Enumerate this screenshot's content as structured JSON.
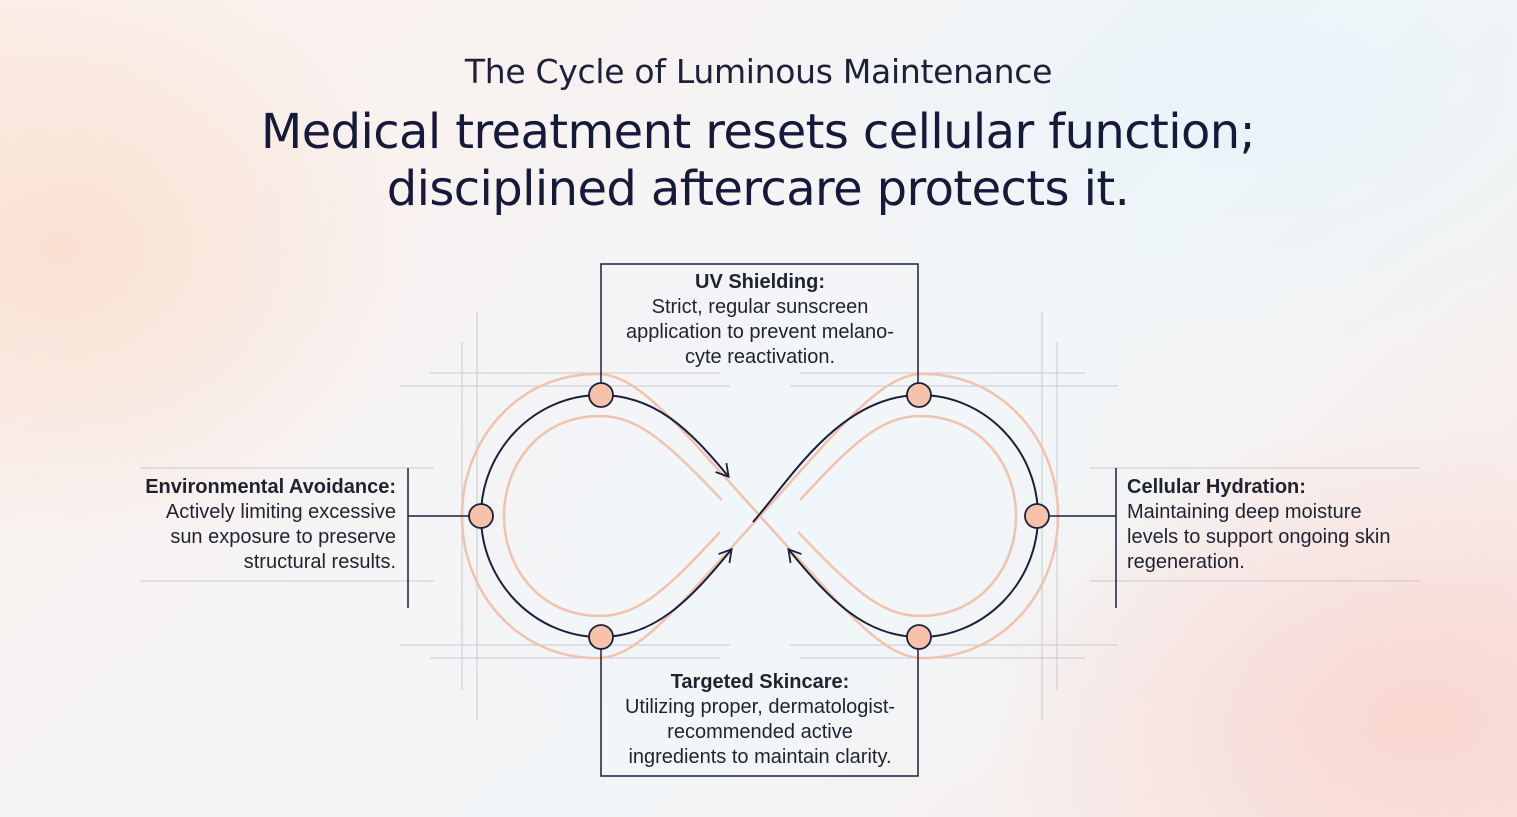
{
  "header": {
    "kicker": "The Cycle of Luminous Maintenance",
    "headline_line1": "Medical treatment resets cellular function;",
    "headline_line2": "disciplined aftercare protects it."
  },
  "steps": {
    "top": {
      "title": "UV Shielding:",
      "description": "Strict, regular sunscreen\napplication to prevent melano-\ncyte reactivation."
    },
    "right": {
      "title": "Cellular Hydration:",
      "description": "Maintaining deep moisture\nlevels to support ongoing skin\nregeneration."
    },
    "bottom": {
      "title": "Targeted Skincare:",
      "description": "Utilizing proper, dermatologist-\nrecommended active\ningredients to maintain clarity."
    },
    "left": {
      "title": "Environmental Avoidance:",
      "description": "Actively limiting excessive\nsun exposure to preserve\nstructural results."
    }
  },
  "colors": {
    "ink": "#1c1f3b",
    "peach_stroke": "#efc3ae",
    "node_fill": "#f6c2a9",
    "grid_line": "#c9c9cf"
  }
}
